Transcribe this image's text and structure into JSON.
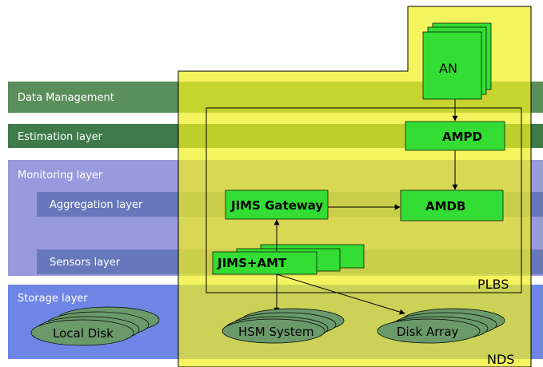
{
  "layers": {
    "data_management": "Data Management",
    "estimation": "Estimation layer",
    "monitoring": "Monitoring layer",
    "aggregation": "Aggregation layer",
    "sensors": "Sensors layer",
    "storage": "Storage layer"
  },
  "regions": {
    "nds": "NDS",
    "plbs": "PLBS"
  },
  "components": {
    "an": "AN",
    "ampd": "AMPD",
    "amdb": "AMDB",
    "jims_gateway": "JIMS Gateway",
    "jims_amt": "JIMS+AMT"
  },
  "storage": {
    "local_disk": "Local Disk",
    "hsm_system": "HSM System",
    "disk_array": "Disk Array"
  },
  "colors": {
    "data_management": "#5a8a5a",
    "estimation": "#3e7a4a",
    "monitoring": "#9999dd",
    "aggregation_sensors": "#6677bb",
    "storage": "#6e86e6",
    "yellow_region": "#e8e83a",
    "green_box": "#33dd33",
    "disk": "#6a9a6a"
  }
}
